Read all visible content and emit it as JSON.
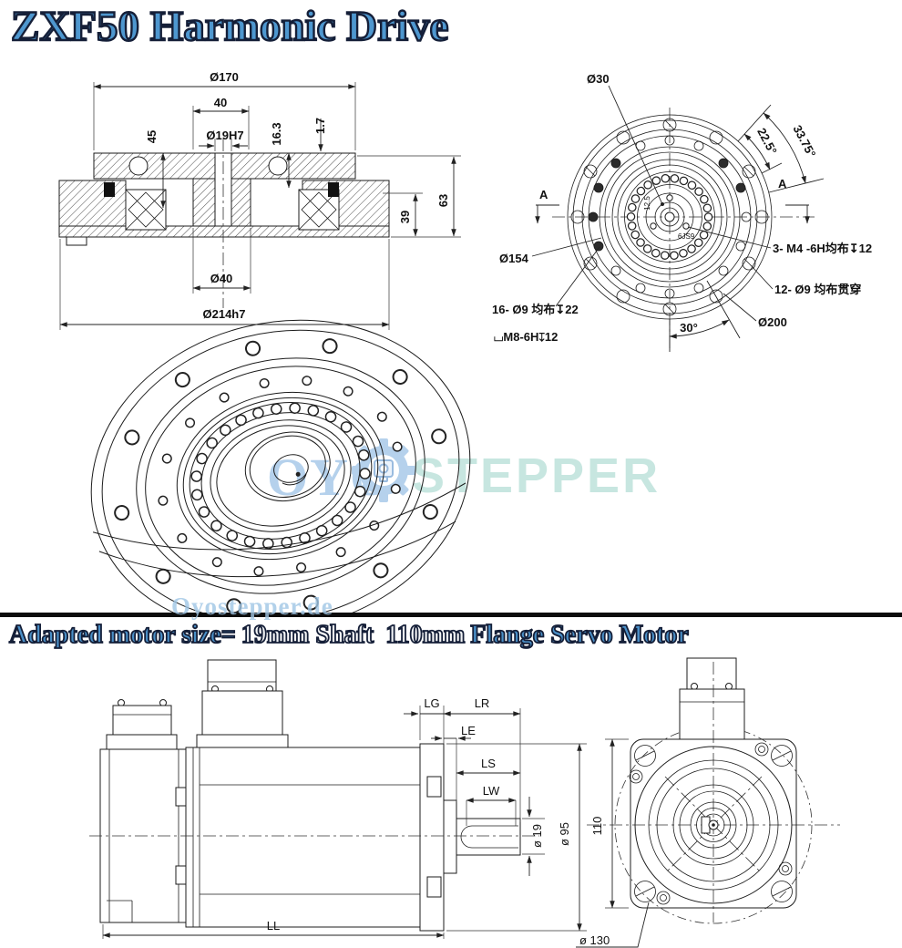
{
  "titles": {
    "main": "ZXF50 Harmonic Drive",
    "adapted_prefix": "Adapted motor size=",
    "adapted_shaft": "19mm Shaft",
    "adapted_flange": "110mm",
    "adapted_suffix": "Flange Servo Motor"
  },
  "watermark": {
    "logo_left": "OYO",
    "logo_right": "STEPPER",
    "domain": "Oyostepper.de"
  },
  "colors": {
    "title_fill": "#4e97cf",
    "title_outline": "#151f38",
    "logo_left_color": "#aecdea",
    "logo_right_color": "#c2e4dd",
    "domain_color": "#a0c6e5",
    "line": "#1c1c1c"
  },
  "section_view": {
    "dia_outer": "Ø170",
    "width_top": "40",
    "depth_45": "45",
    "bore": "Ø19H7",
    "depth_163": "16.3",
    "lip": "1.7",
    "height_total": "63",
    "height_39": "39",
    "dia_inner": "Ø40",
    "dia_flange": "Ø214h7"
  },
  "front_view": {
    "dia_bore": "Ø30",
    "angle_small": "22.5°",
    "angle_large": "33.75°",
    "section_a_left": "A",
    "section_a_right": "A",
    "dia_154": "Ø154",
    "holes_16": "16- Ø9 均布↧22",
    "counterbore": "⌴M8-6H↧12",
    "holes_m4": "3- M4 -6H均布↧12",
    "holes_12": "12- Ø9 均布贯穿",
    "dia_200": "Ø200",
    "angle_30": "30°",
    "dim_125": "12.5",
    "dim_6js9": "6JS9"
  },
  "motor_side": {
    "lg": "LG",
    "lr": "LR",
    "le": "LE",
    "ls": "LS",
    "lw": "LW",
    "shaft_dia": "ø 19",
    "body_dia": "ø 95",
    "length": "LL"
  },
  "motor_front": {
    "flange_size": "110",
    "bolt_circle": "ø 130"
  }
}
